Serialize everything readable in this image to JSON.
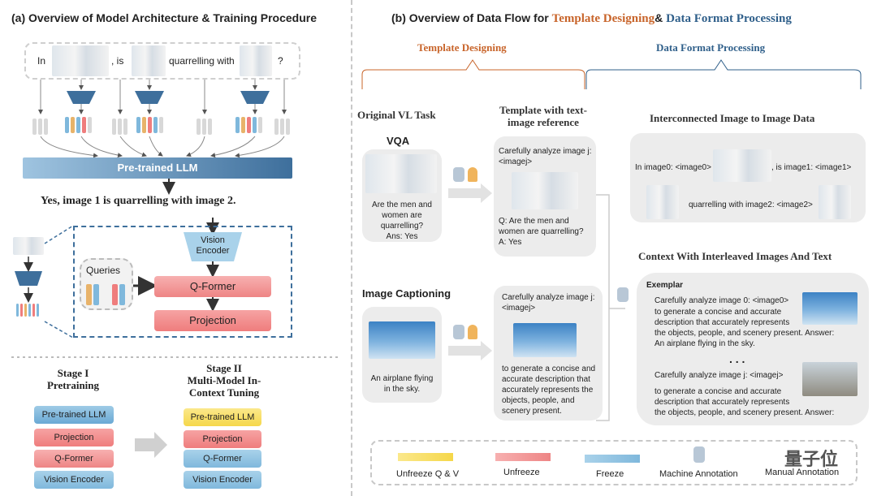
{
  "left": {
    "title": "(a) Overview of Model Architecture & Training Procedure",
    "prompt_tokens": [
      "In",
      ", is",
      "quarrelling with",
      "?"
    ],
    "llm_label": "Pre-trained LLM",
    "answer": "Yes, image 1 is quarrelling with image 2.",
    "queries_label": "Queries",
    "vision_encoder": "Vision\nEncoder",
    "qformer": "Q-Former",
    "projection": "Projection",
    "stage1_title": "Stage I\nPretraining",
    "stage2_title": "Stage II\nMulti-Model In-\nContext Tuning",
    "stack_llm": "Pre-trained LLM",
    "stack_proj": "Projection",
    "stack_qf": "Q-Former",
    "stack_ve": "Vision Encoder"
  },
  "right": {
    "title_prefix": "(b) Overview of Data Flow for ",
    "title_template": "Template Designing",
    "title_amp": "& ",
    "title_format": "Data Format Processing",
    "sub_template": "Template Designing",
    "sub_format": "Data Format Processing",
    "original_task": "Original VL Task",
    "template_ref": "Template with text-\nimage reference",
    "interconnected": "Interconnected Image to Image Data",
    "context_title": "Context With Interleaved Images And Text",
    "vqa_label": "VQA",
    "vqa_text": "Are the men and\nwomen are\nquarrelling?\nAns: Yes",
    "tpl1_head": "Carefully analyze image j:\n<imagej>",
    "tpl1_q": "Q: Are the men and\nwomen are quarrelling?\nA: Yes",
    "caption_label": "Image Captioning",
    "caption_text": "An airplane flying\nin the sky.",
    "tpl2_head": "Carefully analyze image j:\n<imagej>",
    "tpl2_body": "to generate a concise and\naccurate description that\naccurately represents the\nobjects, people, and\nscenery present.",
    "inter_l1a": "In image0:  <image0>",
    "inter_l1b": ", is  image1: <image1>",
    "inter_l2": "quarrelling with image2: <image2>",
    "exemplar": "Exemplar",
    "ex1_head": "Carefully analyze image 0: <image0>",
    "ex1_body": "to generate a concise and accurate\ndescription that accurately represents\nthe objects, people, and scenery present.  Answer:\nAn airplane flying in the sky.",
    "ellipsis": ". . .",
    "ex2_head": "Carefully analyze image j: <imagej>",
    "ex2_body": "to generate a concise and accurate\ndescription that accurately represents\nthe objects, people, and scenery present.  Answer:",
    "legend_unfreeze_qv": "Unfreeze Q & V",
    "legend_unfreeze": "Unfreeze",
    "legend_freeze": "Freeze",
    "legend_machine": "Machine  Annotation",
    "legend_manual": "Manual  Annotation",
    "watermark": "量子位"
  },
  "colors": {
    "orange": "#c8642a",
    "blue": "#2f5f8a",
    "llm_bar": "#3e6f9c",
    "red": "#ef7d7d",
    "light_blue": "#7fb8dc",
    "yellow": "#f5d74a"
  }
}
